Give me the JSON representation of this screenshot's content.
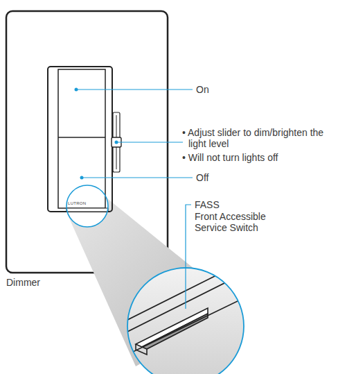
{
  "diagram": {
    "labels": [
      "On",
      "• Adjust slider to dim/brighten the light level",
      "• Will not turn lights off",
      "Off",
      "FASS",
      "Front Accessible Service Switch",
      "Dimmer",
      "LUTRON"
    ]
  }
}
